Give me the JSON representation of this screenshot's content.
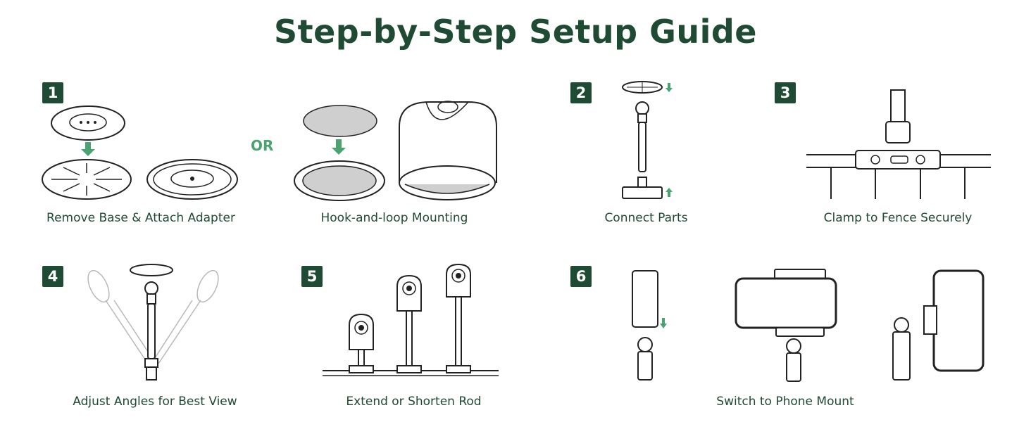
{
  "title": "Step-by-Step Setup Guide",
  "or_label": "OR",
  "steps": [
    {
      "number": "1",
      "caption": "Remove Base & Attach Adapter"
    },
    {
      "number": "",
      "caption": "Hook-and-loop Mounting"
    },
    {
      "number": "2",
      "caption": "Connect Parts"
    },
    {
      "number": "3",
      "caption": "Clamp to Fence Securely"
    },
    {
      "number": "4",
      "caption": "Adjust Angles for Best View"
    },
    {
      "number": "5",
      "caption": "Extend or Shorten Rod"
    },
    {
      "number": "6",
      "caption": "Switch to Phone Mount"
    }
  ],
  "colors": {
    "primary": "#1f4a33",
    "accent": "#4aa370"
  }
}
